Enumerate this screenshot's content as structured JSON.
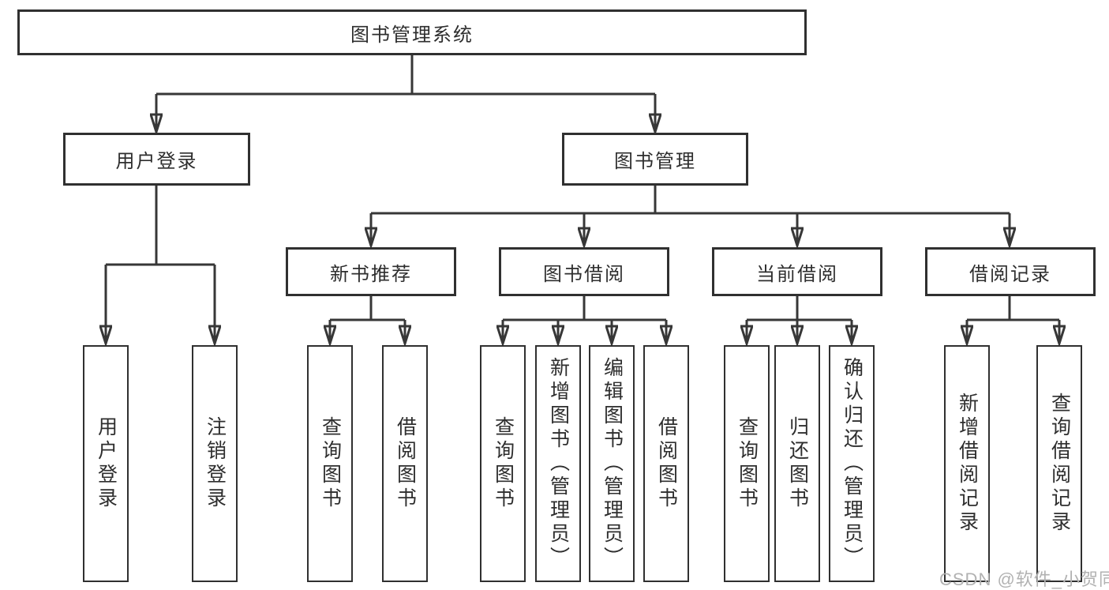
{
  "diagram": {
    "title": "图书管理系统",
    "level2": [
      {
        "label": "用户登录"
      },
      {
        "label": "图书管理"
      }
    ],
    "level3": [
      {
        "label": "新书推荐"
      },
      {
        "label": "图书借阅"
      },
      {
        "label": "当前借阅"
      },
      {
        "label": "借阅记录"
      }
    ],
    "leaves": [
      {
        "label": "用户登录"
      },
      {
        "label": "注销登录"
      },
      {
        "label": "查询图书"
      },
      {
        "label": "借阅图书"
      },
      {
        "label": "查询图书"
      },
      {
        "label": "新增图书（管理员）"
      },
      {
        "label": "编辑图书（管理员）"
      },
      {
        "label": "借阅图书"
      },
      {
        "label": "查询图书"
      },
      {
        "label": "归还图书"
      },
      {
        "label": "确认归还（管理员）"
      },
      {
        "label": "新增借阅记录"
      },
      {
        "label": "查询借阅记录"
      }
    ],
    "watermark": "CSDN @软件_小贺同学",
    "colors": {
      "line": "#373737",
      "border": "#303030",
      "text": "#2e2e2e",
      "watermark": "#b2b2b2"
    }
  }
}
